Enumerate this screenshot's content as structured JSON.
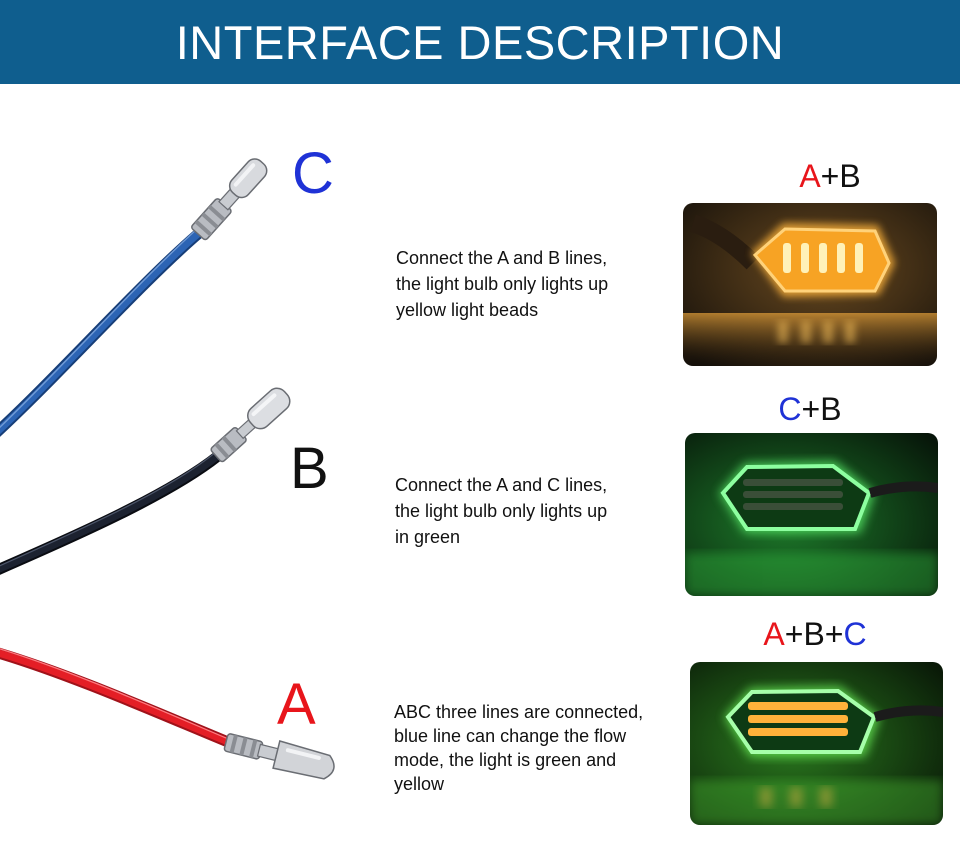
{
  "header": {
    "title": "INTERFACE DESCRIPTION"
  },
  "colors": {
    "header_bg": "#0f5e8e",
    "letter_a": "#e8151b",
    "letter_b": "#111111",
    "letter_c": "#1f32d6",
    "wire_blue": "#2c64b4",
    "wire_black": "#1c2230",
    "wire_red": "#e41e26"
  },
  "wires": {
    "c": {
      "label": "C"
    },
    "b": {
      "label": "B"
    },
    "a": {
      "label": "A"
    }
  },
  "descriptions": {
    "ab": [
      "Connect the A and B lines,",
      "the light bulb only lights up",
      "yellow light beads"
    ],
    "ac": [
      "Connect the A and C lines,",
      "the light bulb only lights up",
      "in green"
    ],
    "abc": [
      "ABC three lines are connected,",
      "blue line can change the flow",
      "mode, the light is green and",
      "yellow"
    ]
  },
  "combos": {
    "ab": {
      "p1": "A",
      "plus1": "+",
      "p2": "B"
    },
    "cb": {
      "p1": "C",
      "plus1": "+",
      "p2": "B"
    },
    "abc": {
      "p1": "A",
      "plus1": "+",
      "p2": "B",
      "plus2": "+",
      "p3": "C"
    }
  },
  "photos": {
    "ab": {
      "glow": "yellow"
    },
    "cb": {
      "glow": "green"
    },
    "abc": {
      "glow": "green-and-yellow"
    }
  }
}
